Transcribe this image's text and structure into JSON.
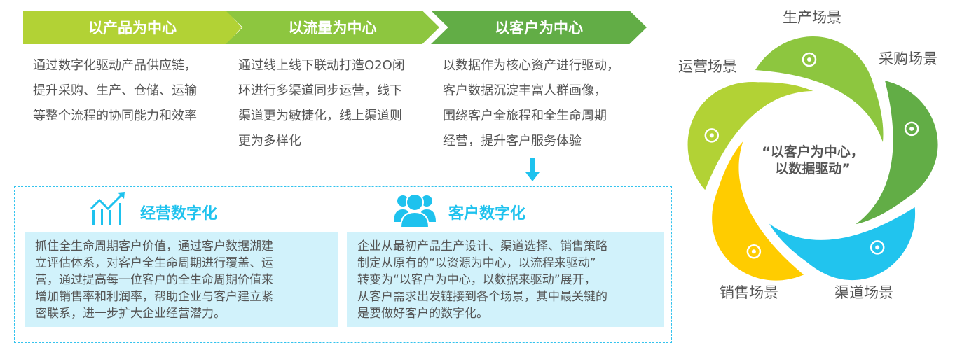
{
  "stages": [
    {
      "title": "以产品为中心",
      "lines": [
        "通过数字化驱动产品供应链，",
        "提升采购、生产、仓储、运输",
        "等整个流程的协同能力和效率"
      ],
      "color": "#b2d235"
    },
    {
      "title": "以流量为中心",
      "lines": [
        "通过线上线下联动打造O2O闭",
        "环进行多渠道同步运营，线下",
        "渠道更为敏捷化，线上渠道则",
        "更为多样化"
      ],
      "color": "#8dc63f"
    },
    {
      "title": "以客户为中心",
      "lines": [
        "以数据作为核心资产进行驱动，",
        "客户数据沉淀丰富人群画像，",
        "围绕客户全旅程和全生命周期",
        "经营，提升客户服务体验"
      ],
      "color": "#62ad46"
    }
  ],
  "sections": [
    {
      "title": "经营数字化",
      "icon": "growth-chart-icon",
      "lines": [
        "抓住全生命周期客户价值，通过客户数据湖建",
        "立评估体系，对客户全生命周期进行覆盖、运",
        "营，通过提高每一位客户的全生命周期价值来",
        "增加销售率和利润率，帮助企业与客户建立紧",
        "密联系，进一步扩大企业经营潜力。"
      ]
    },
    {
      "title": "客户数字化",
      "icon": "users-icon",
      "lines": [
        "企业从最初产品生产设计、渠道选择、销售策略",
        "制定从原有的“以资源为中心，以流程来驱动”",
        "转变为“以客户为中心，以数据来驱动”展开，",
        "从客户需求出发链接到各个场景，其中最关键的",
        "是要做好客户的数字化。"
      ]
    }
  ],
  "cycle": {
    "center_lines": [
      "“以客户为中心，",
      "以数据驱动”"
    ],
    "scenes": [
      {
        "label": "生产场景",
        "color": "#8dc63f",
        "icon": "team-growth-icon"
      },
      {
        "label": "采购场景",
        "color": "#62ad46",
        "icon": "magnifier-person-icon"
      },
      {
        "label": "渠道场景",
        "color": "#21c4ee",
        "icon": "gears-people-icon"
      },
      {
        "label": "销售场景",
        "color": "#ffcc00",
        "icon": "money-bag-icon"
      },
      {
        "label": "运营场景",
        "color": "#b2d235",
        "icon": "lightbulb-hand-icon"
      }
    ]
  },
  "accent": "#1ec2ee"
}
